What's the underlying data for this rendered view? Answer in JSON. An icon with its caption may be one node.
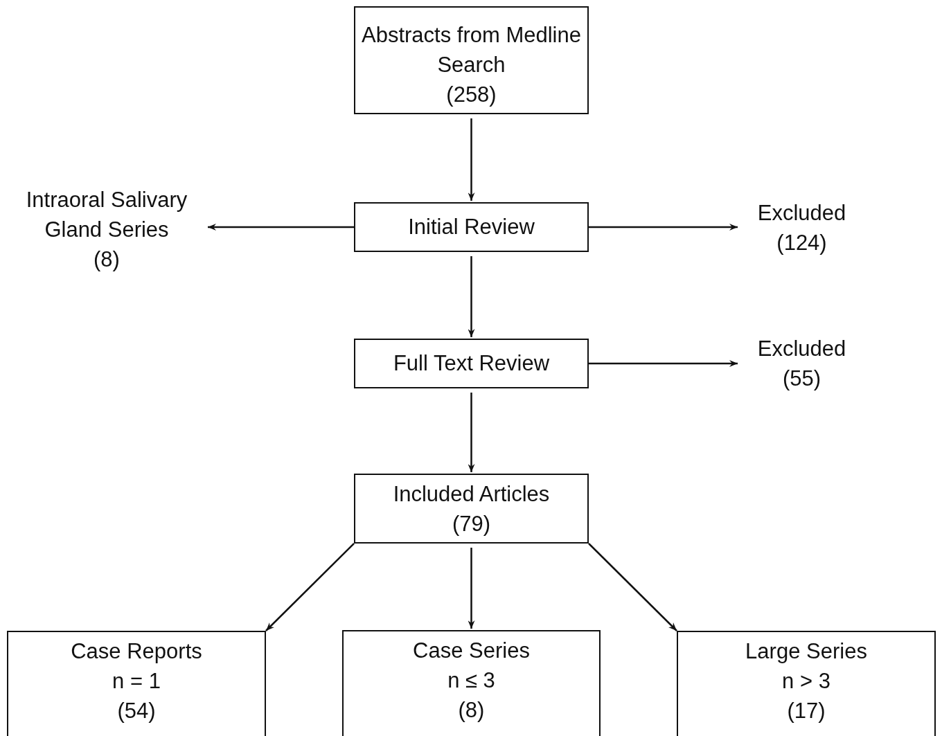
{
  "diagram": {
    "nodes": [
      {
        "text": [
          "Abstracts from Medline Search",
          "(258)"
        ]
      },
      {
        "text": [
          "Intraoral Salivary Gland Series",
          "(8)"
        ]
      },
      {
        "text": [
          "Initial Review"
        ]
      },
      {
        "text": [
          "Excluded",
          "(124)"
        ]
      },
      {
        "text": [
          "Full Text Review"
        ]
      },
      {
        "text": [
          "Excluded",
          "(55)"
        ]
      },
      {
        "text": [
          "Included Articles",
          "(79)"
        ]
      },
      {
        "text": [
          "Case Reports",
          "n = 1",
          "(54)"
        ]
      },
      {
        "text": [
          "Case Series",
          "n ≤ 3",
          "(8)"
        ]
      },
      {
        "text": [
          "Large Series",
          "n > 3",
          "(17)"
        ]
      }
    ],
    "edges": [
      {
        "from": 0,
        "to": 2,
        "arrow": "to"
      },
      {
        "from": 2,
        "to": 1,
        "arrow": "to"
      },
      {
        "from": 2,
        "to": 3,
        "arrow": "to"
      },
      {
        "from": 2,
        "to": 4,
        "arrow": "to"
      },
      {
        "from": 4,
        "to": 5,
        "arrow": "to"
      },
      {
        "from": 4,
        "to": 6,
        "arrow": "to"
      },
      {
        "from": 6,
        "to": 7,
        "arrow": "to"
      },
      {
        "from": 6,
        "to": 8,
        "arrow": "to"
      },
      {
        "from": 6,
        "to": 9,
        "arrow": "to"
      }
    ]
  }
}
